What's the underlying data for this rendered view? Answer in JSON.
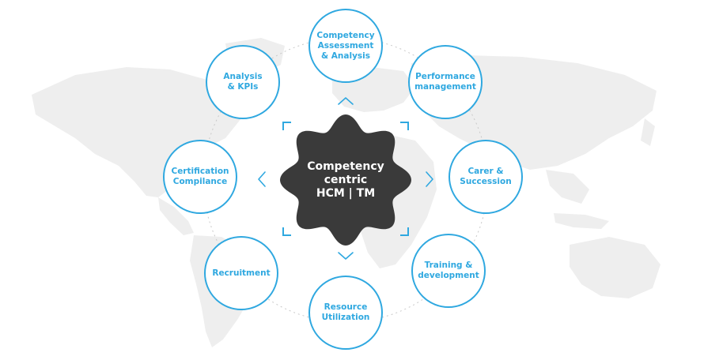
{
  "diagram": {
    "center": {
      "label": "Competency\ncentric\nHCM | TM"
    },
    "nodes": [
      {
        "id": "competency-assessment",
        "label": "Competency\nAssessment\n& Analysis"
      },
      {
        "id": "performance-management",
        "label": "Performance\nmanagement"
      },
      {
        "id": "carer-succession",
        "label": "Carer &\nSuccession"
      },
      {
        "id": "training-development",
        "label": "Training &\ndevelopment"
      },
      {
        "id": "resource-utilization",
        "label": "Resource\nUtilization"
      },
      {
        "id": "recruitment",
        "label": "Recruitment"
      },
      {
        "id": "certification-compliance",
        "label": "Certification\nCompilance"
      },
      {
        "id": "analysis-kpis",
        "label": "Analysis\n& KPIs"
      }
    ],
    "colors": {
      "accent": "#2fa8e0",
      "center_fill": "#3a3a3a",
      "map_fill": "#eeeeee",
      "ring_stroke": "#c9c9c9"
    },
    "icons": [
      "chevron-up-icon",
      "chevron-right-icon",
      "chevron-down-icon",
      "chevron-left-icon",
      "corner-bracket-icon",
      "world-map-icon"
    ]
  }
}
